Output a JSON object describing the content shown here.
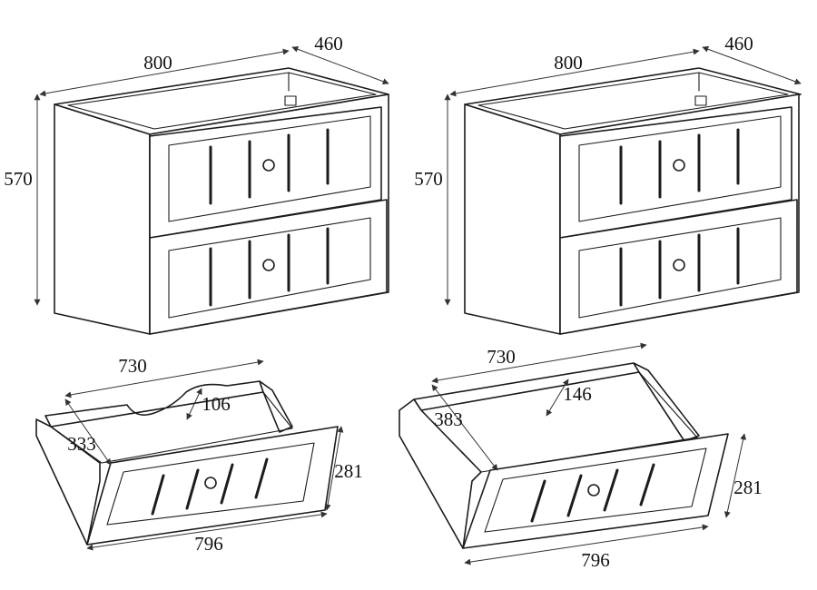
{
  "cabinets": [
    {
      "width": "800",
      "depth": "460",
      "height": "570"
    },
    {
      "width": "800",
      "depth": "460",
      "height": "570"
    }
  ],
  "drawers": [
    {
      "inner_width": "730",
      "inner_depth": "333",
      "cutout": "106",
      "height": "281",
      "front_width": "796"
    },
    {
      "inner_width": "730",
      "inner_depth": "383",
      "cutout": "146",
      "height": "281",
      "front_width": "796"
    }
  ]
}
